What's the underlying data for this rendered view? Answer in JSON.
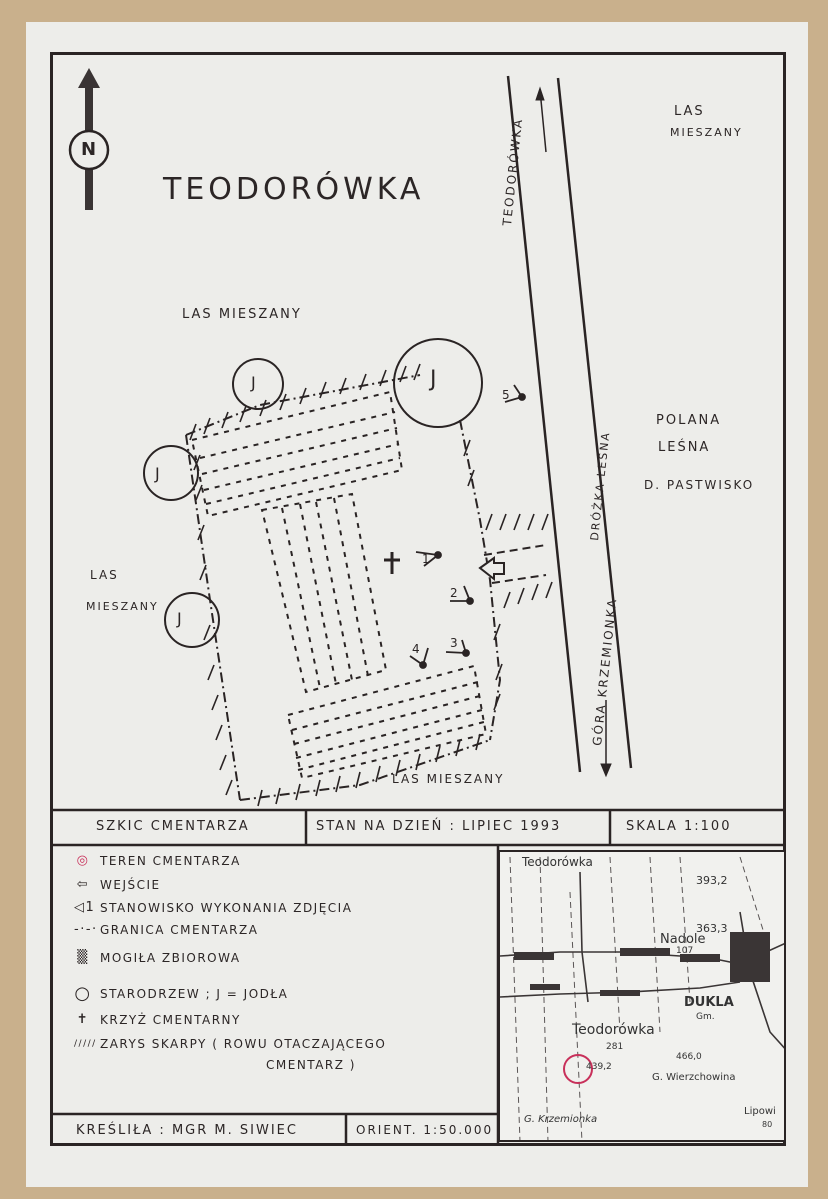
{
  "sketch": {
    "title": "TEODORÓWKA",
    "north_label": "N",
    "labels": {
      "forest_top_right": [
        "LAS",
        "MIESZANY"
      ],
      "forest_top_left": "LAS MIESZANY",
      "forest_left": [
        "LAS",
        "MIESZANY"
      ],
      "forest_bottom": "LAS MIESZANY",
      "clearing": [
        "POLANA",
        "LEŚNA",
        "D. PASTWISKO"
      ],
      "road_top": "TEODORÓWKA",
      "road_bottom": "GÓRA KRZEMIONKA",
      "road_bottom_2": "DRÓŻKA LEŚNA"
    },
    "tree_marker": "J",
    "photo_positions": [
      "1",
      "2",
      "3",
      "4",
      "5"
    ]
  },
  "title_block": {
    "name": "SZKIC CMENTARZA",
    "date": "STAN NA DZIEŃ : LIPIEC 1993",
    "scale": "SKALA  1:100",
    "author": "KREŚLIŁA : MGR  M. SIWIEC",
    "orient": "ORIENT.  1:50.000"
  },
  "legend": [
    {
      "icon": "cemetery-area-icon",
      "glyph": "◎",
      "label": "TEREN  CMENTARZA"
    },
    {
      "icon": "entrance-arrow-icon",
      "glyph": "⇦",
      "label": "WEJŚCIE"
    },
    {
      "icon": "photo-position-icon",
      "glyph": "◁1",
      "label": "STANOWISKO  WYKONANIA  ZDJĘCIA"
    },
    {
      "icon": "boundary-line-icon",
      "glyph": "-·-·",
      "label": "GRANICA  CMENTARZA"
    },
    {
      "icon": "mass-grave-icon",
      "glyph": "▒",
      "label": "MOGIŁA  ZBIOROWA"
    },
    {
      "icon": "old-tree-icon",
      "glyph": "○",
      "label": "STARODRZEW ;  J = JODŁA"
    },
    {
      "icon": "cross-icon",
      "glyph": "✝",
      "label": "KRZYŻ  CMENTARNY"
    },
    {
      "icon": "escarpment-icon",
      "glyph": "/////",
      "label": "ZARYS  SKARPY ( ROWU  OTACZAJĄCEGO"
    },
    {
      "icon": "",
      "glyph": "",
      "label": "CMENTARZ )"
    }
  ],
  "inset_map": {
    "labels": [
      "Teodorówka",
      "393,2",
      "363,3",
      "Nadole",
      "107",
      "DUKLA",
      "Gm.",
      "Teodorówka",
      "281",
      "466,0",
      "439,2",
      "G. Wierzchowina",
      "G. Krzemionka",
      "Lipowi",
      "80"
    ],
    "highlight_color": "#c8305a"
  },
  "colors": {
    "mat": "#c9b08c",
    "paper": "#ededea",
    "ink": "#2a2424",
    "highlight": "#c8305a"
  }
}
